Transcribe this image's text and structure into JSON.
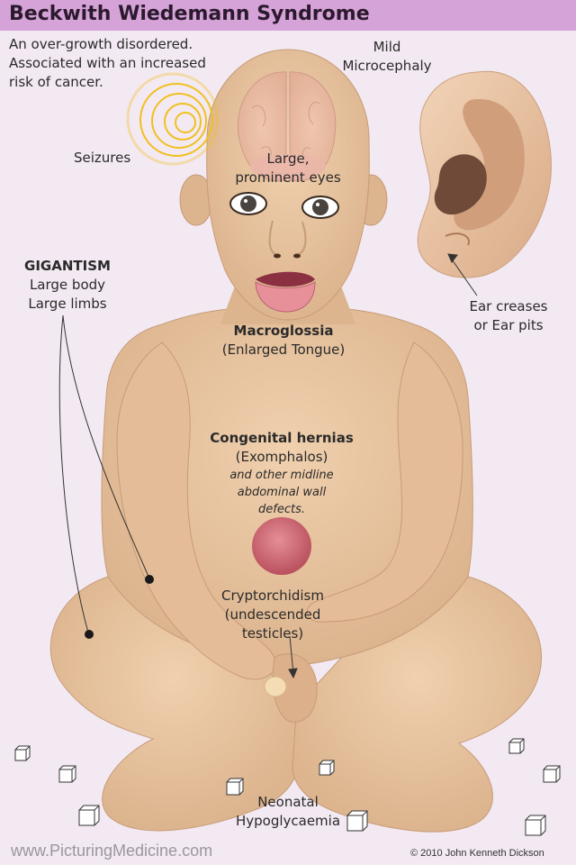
{
  "title": "Beckwith Wiedemann Syndrome",
  "intro": {
    "line1": "An over-growth disordered.",
    "line2": "Associated with an increased",
    "line3": "risk of cancer."
  },
  "labels": {
    "microcephaly_1": "Mild",
    "microcephaly_2": "Microcephaly",
    "seizures": "Seizures",
    "eyes_1": "Large,",
    "eyes_2": "prominent eyes",
    "gigantism_title": "GIGANTISM",
    "gigantism_1": "Large body",
    "gigantism_2": "Large limbs",
    "ear_1": "Ear creases",
    "ear_2": "or Ear pits",
    "macroglossia_title": "Macroglossia",
    "macroglossia_sub": "(Enlarged Tongue)",
    "hernia_title": "Congenital hernias",
    "hernia_sub": "(Exomphalos)",
    "hernia_note_1": "and other midline",
    "hernia_note_2": "abdominal wall",
    "hernia_note_3": "defects.",
    "crypt_1": "Cryptorchidism",
    "crypt_2": "(undescended",
    "crypt_3": "testicles)",
    "neo_1": "Neonatal",
    "neo_2": "Hypoglycaemia"
  },
  "footer": {
    "website": "www.PicturingMedicine.com",
    "copyright": "© 2010 John Kenneth Dickson"
  },
  "colors": {
    "header": "#d6a3d8",
    "background": "#f3e9f2",
    "skin": "#e8c4a0",
    "skin_dark": "#c99a74",
    "seizure_rings": "#f0c020",
    "hernia": "#c96070",
    "tongue": "#e7909a"
  }
}
